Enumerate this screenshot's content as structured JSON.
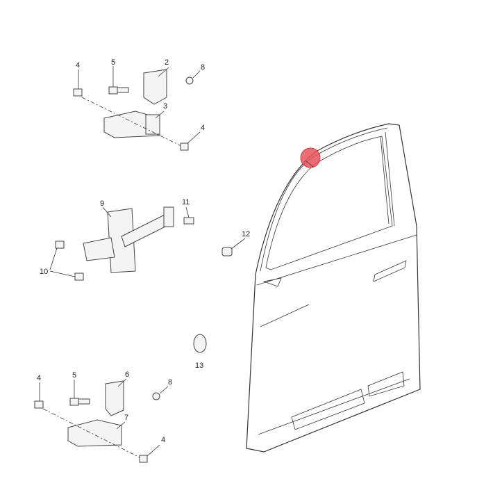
{
  "callouts": {
    "c4a": "4",
    "c5a": "5",
    "c2": "2",
    "c8a": "8",
    "c3": "3",
    "c4b": "4",
    "c9": "9",
    "c11": "11",
    "c12": "12",
    "c10": "10",
    "c13": "13",
    "c4c": "4",
    "c5b": "5",
    "c6": "6",
    "c8b": "8",
    "c7": "7",
    "c4d": "4"
  },
  "highlight_color": "#e8545a"
}
